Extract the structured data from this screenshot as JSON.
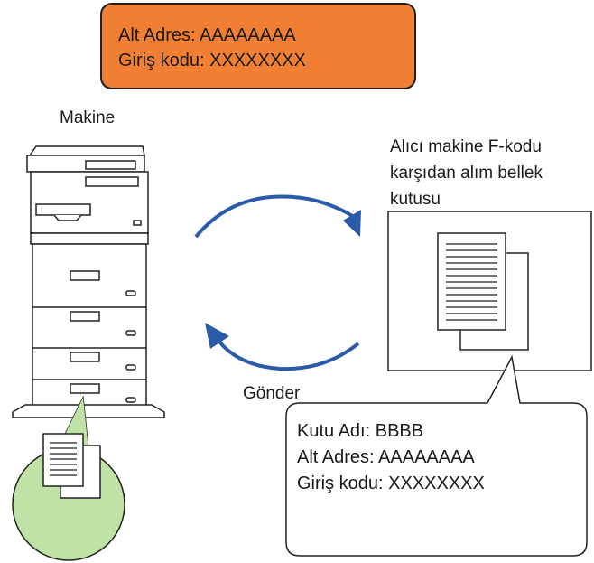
{
  "top_box": {
    "line1": "Alt Adres: AAAAAAAA",
    "line2": "Giriş kodu: XXXXXXXX"
  },
  "machine_label": "Makine",
  "recipient_label": {
    "line1": "Alıcı makine F-kodu",
    "line2": "karşıdan alım bellek",
    "line3": "kutusu"
  },
  "send_label": "Gönder",
  "callout": {
    "line1": "Kutu Adı: BBBB",
    "line2": "Alt Adres: AAAAAAAA",
    "line3": "Giriş kodu: XXXXXXXX"
  },
  "colors": {
    "orange": "#f07f33",
    "arrow_blue": "#2a5aa8",
    "circle_green": "#bfe3a6"
  },
  "icons": [
    "printer-icon",
    "document-icon",
    "curved-arrow-icon"
  ]
}
